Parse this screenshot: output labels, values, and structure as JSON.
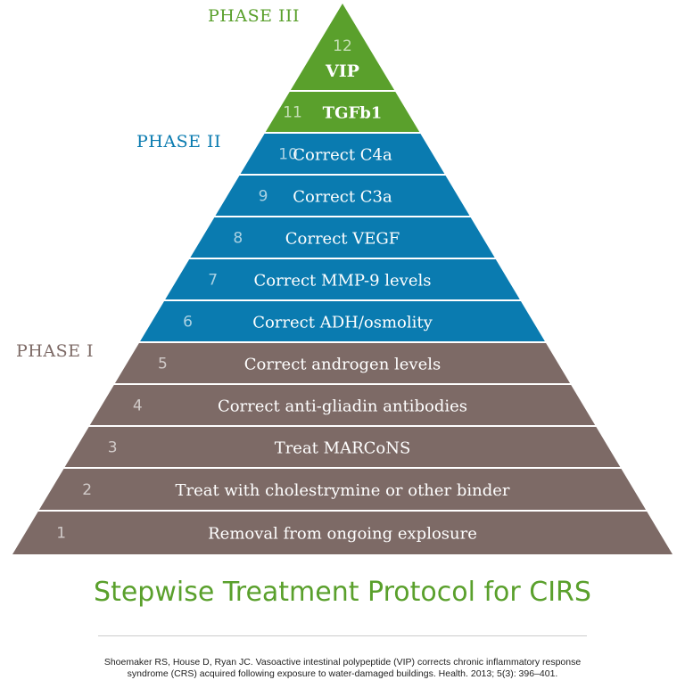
{
  "phases": [
    {
      "label": "PHASE III",
      "color": "#5aa02c"
    },
    {
      "label": "PHASE II",
      "color": "#0a7bb0"
    },
    {
      "label": "PHASE I",
      "color": "#7d6a66"
    }
  ],
  "steps": [
    {
      "number": "12",
      "text": "VIP",
      "phase": "III"
    },
    {
      "number": "11",
      "text": "TGFb1",
      "phase": "III"
    },
    {
      "number": "10",
      "text": "Correct C4a",
      "phase": "II"
    },
    {
      "number": "9",
      "text": "Correct C3a",
      "phase": "II"
    },
    {
      "number": "8",
      "text": "Correct VEGF",
      "phase": "II"
    },
    {
      "number": "7",
      "text": "Correct MMP-9 levels",
      "phase": "II"
    },
    {
      "number": "6",
      "text": "Correct ADH/osmolity",
      "phase": "II"
    },
    {
      "number": "5",
      "text": "Correct androgen levels",
      "phase": "I"
    },
    {
      "number": "4",
      "text": "Correct anti-gliadin antibodies",
      "phase": "I"
    },
    {
      "number": "3",
      "text": "Treat MARCoNS",
      "phase": "I"
    },
    {
      "number": "2",
      "text": "Treat with cholestrymine or other binder",
      "phase": "I"
    },
    {
      "number": "1",
      "text": "Removal from ongoing explosure",
      "phase": "I"
    }
  ],
  "colors": {
    "phase_III": "#5aa02c",
    "phase_II": "#0a7bb0",
    "phase_I": "#7d6a66",
    "title": "#5aa02c"
  },
  "title": "Stepwise Treatment Protocol for CIRS",
  "citation": {
    "line1": "Shoemaker RS, House D, Ryan JC. Vasoactive intestinal polypeptide (VIP) corrects chronic inflammatory response",
    "line2": "syndrome (CRS) acquired following exposure to water-damaged buildings. Health. 2013; 5(3): 396–401."
  }
}
